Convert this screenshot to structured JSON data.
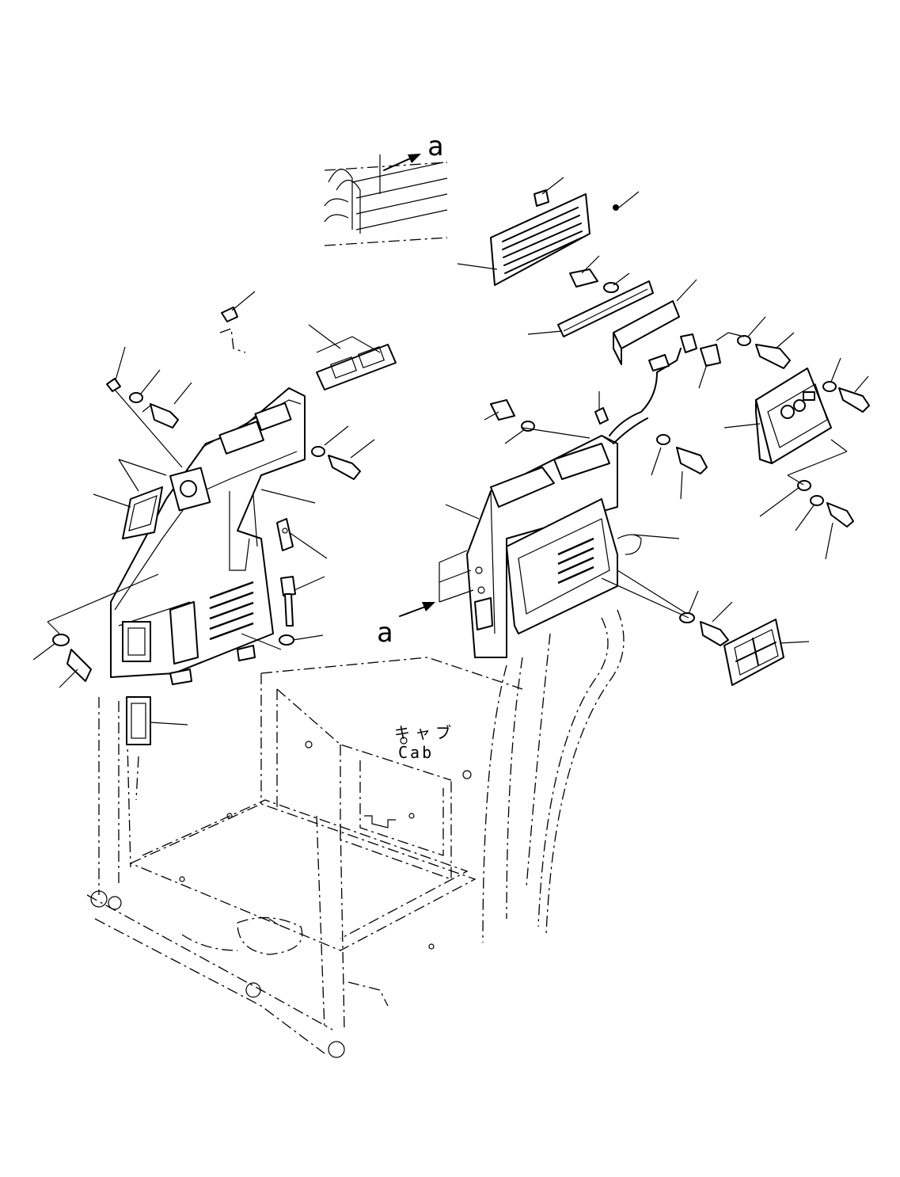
{
  "refs": {
    "top_arrow": "a",
    "bottom_arrow": "a"
  },
  "cab_label": {
    "jp": "キャブ",
    "en": "Cab"
  }
}
